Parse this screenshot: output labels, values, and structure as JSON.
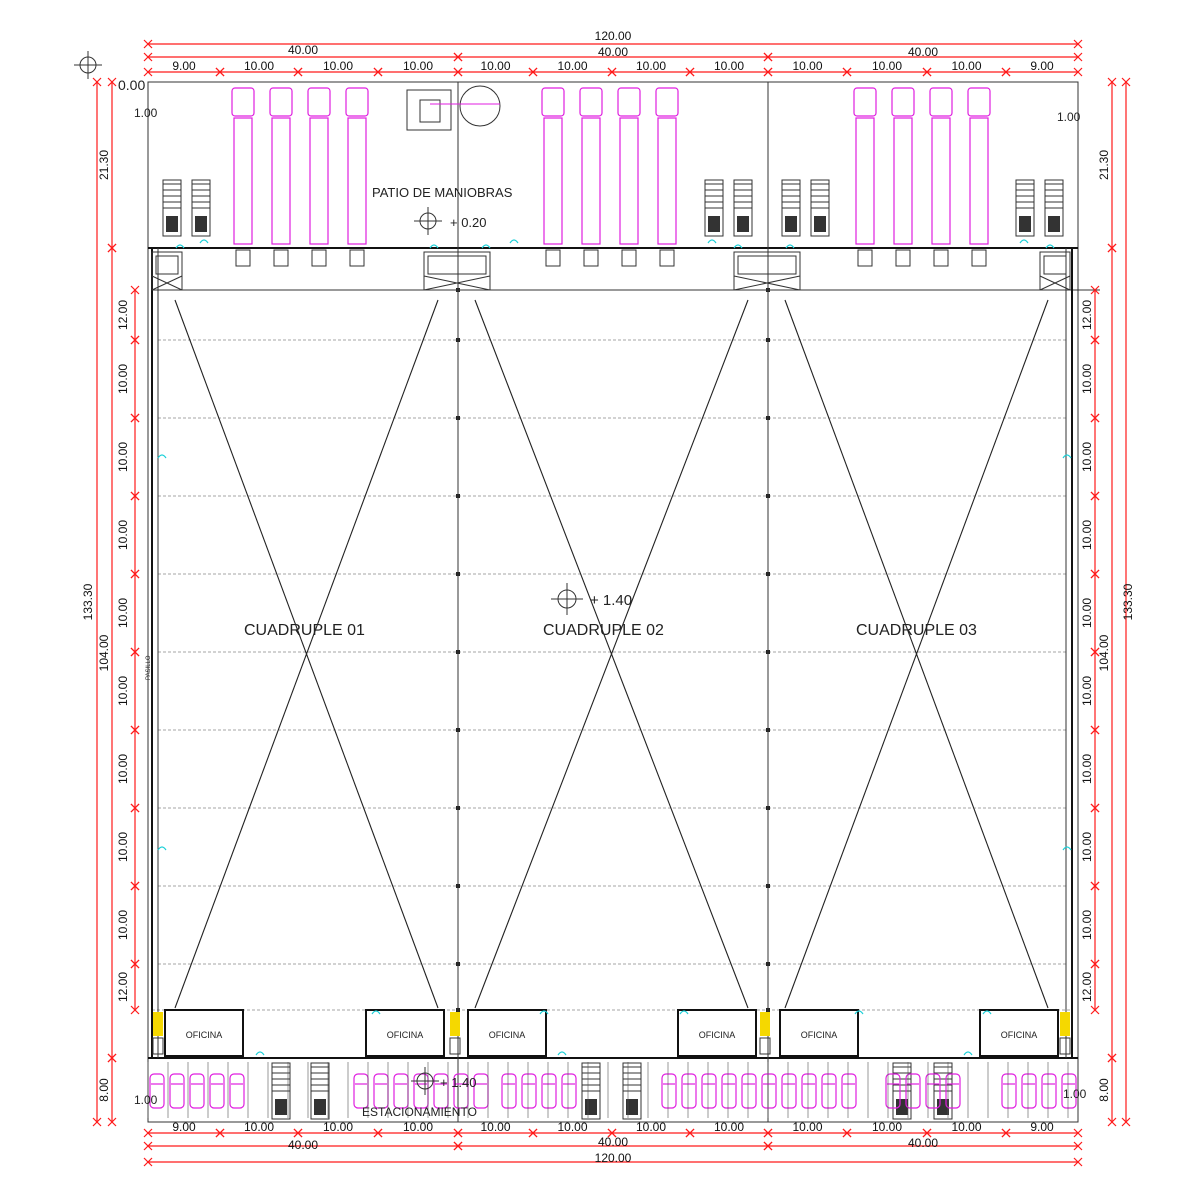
{
  "levels": {
    "origin": "0.00",
    "patio": "+ 0.20",
    "floor": "+ 1.40",
    "parking": "+ 1.40"
  },
  "labels": {
    "patio": "PATIO DE MANIOBRAS",
    "parking": "ESTACIONAMIENTO",
    "office": "OFICINA",
    "pasillo": "PASILLO",
    "left_margin_top": "1.00",
    "right_margin_top": "1.00",
    "left_margin_bottom": "1.00",
    "right_margin_bottom": "1.00",
    "units": [
      "CUADRUPLE 01",
      "CUADRUPLE 02",
      "CUADRUPLE 03"
    ]
  },
  "dimensions": {
    "total_width": "120.00",
    "module_width": "40.00",
    "bays": [
      "9.00",
      "10.00",
      "10.00",
      "10.00",
      "10.00",
      "10.00",
      "10.00",
      "10.00",
      "10.00",
      "10.00",
      "10.00",
      "9.00"
    ],
    "total_depth": "133.30",
    "patio_depth": "21.30",
    "warehouse_depth": "104.00",
    "parking_depth": "8.00",
    "rows": [
      "12.00",
      "10.00",
      "10.00",
      "10.00",
      "10.00",
      "10.00",
      "10.00",
      "10.00",
      "10.00",
      "12.00"
    ]
  },
  "colors": {
    "dimension": "#ff1a1a",
    "vehicle": "#e01ee0",
    "door": "#1bd0d8",
    "stair": "#f5d800"
  }
}
